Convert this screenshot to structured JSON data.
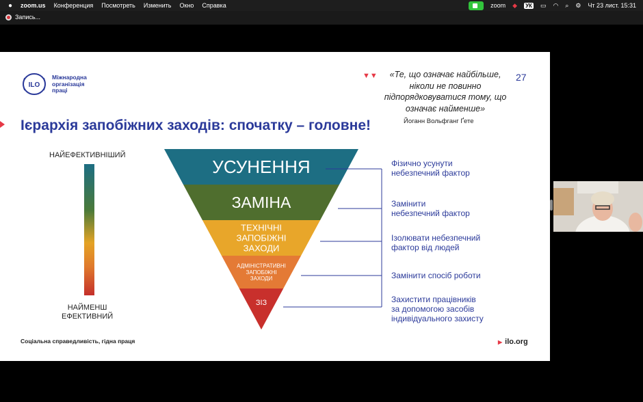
{
  "menubar": {
    "app": "zoom.us",
    "items": [
      "Конференция",
      "Посмотреть",
      "Изменить",
      "Окно",
      "Справка"
    ],
    "status": {
      "zoom": "zoom",
      "lang": "УК",
      "datetime": "Чт 23 лист.  15:31"
    }
  },
  "recording": {
    "label": "Запись..."
  },
  "slide": {
    "logo_text": [
      "Міжнародна",
      "організація",
      "праці"
    ],
    "logo_emblem": "ILO",
    "title": "Ієрархія запобіжних заходів: спочатку – головне!",
    "quote_mark": "▼▼",
    "quote": "«Те, що означає найбільше, ніколи не повинно підпорядковуватися тому, що означає найменше»",
    "quote_author": "Йоганн Вольфганг Ґете",
    "page_number": "27",
    "scale_top": "НАЙЕФЕКТИВНІШИЙ",
    "scale_bottom": [
      "НАЙМЕНШ",
      "ЕФЕКТИВНИЙ"
    ],
    "pyramid": [
      {
        "lines": [
          "УСУНЕННЯ"
        ],
        "color": "#1d6e83"
      },
      {
        "lines": [
          "ЗАМІНА"
        ],
        "color": "#4f6e2e"
      },
      {
        "lines": [
          "ТЕХНІЧНІ",
          "ЗАПОБІЖНІ",
          "ЗАХОДИ"
        ],
        "color": "#e8a62a"
      },
      {
        "lines": [
          "АДМІНІСТРАТИВНІ",
          "ЗАПОБІЖНІ",
          "ЗАХОДИ"
        ],
        "color": "#e47a35"
      },
      {
        "lines": [
          "ЗІЗ"
        ],
        "color": "#c8302c"
      }
    ],
    "labels": [
      [
        "Фізично усунути",
        "небезпечний фактор"
      ],
      [
        "Замінити",
        "небезпечний фактор"
      ],
      [
        "Ізолювати небезпечний",
        "фактор від людей"
      ],
      [
        "Замінити спосіб роботи"
      ],
      [
        "Захистити працівників",
        "за допомогою засобів",
        "індивідуального захисту"
      ]
    ],
    "footer": "Соціальна справедливість, гідна праця",
    "site": "ilo.org"
  }
}
